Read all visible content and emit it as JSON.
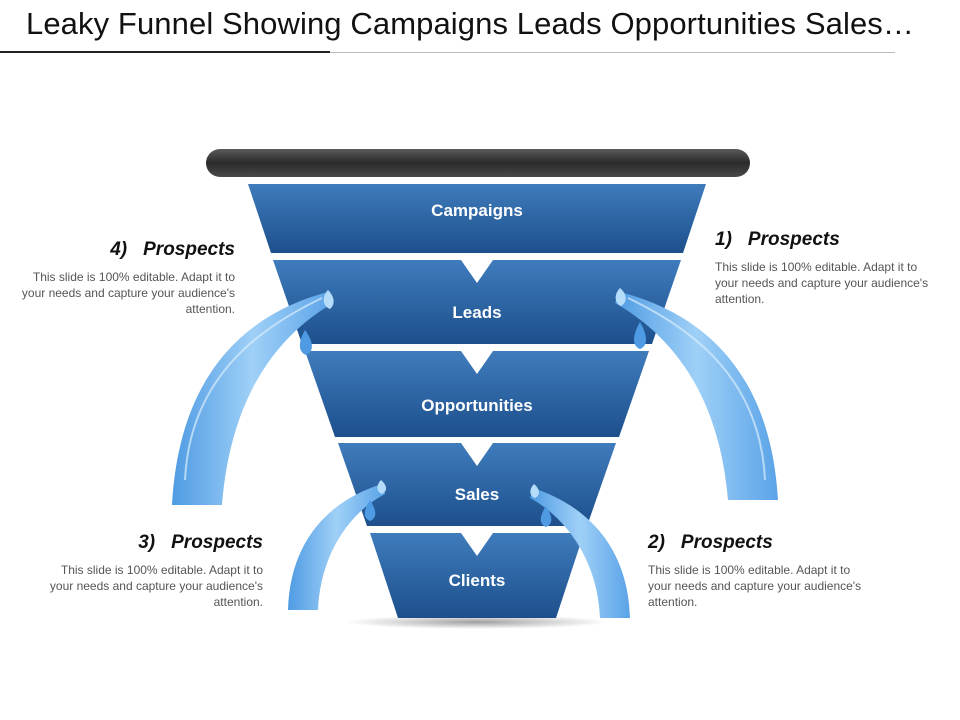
{
  "title": "Leaky Funnel Showing Campaigns Leads Opportunities Sales…",
  "funnel": {
    "stages": [
      "Campaigns",
      "Leads",
      "Opportunities",
      "Sales",
      "Clients"
    ]
  },
  "callouts": [
    {
      "number": "1)",
      "heading": "Prospects",
      "text": "This slide is 100% editable. Adapt it to your needs and capture your audience's attention."
    },
    {
      "number": "2)",
      "heading": "Prospects",
      "text": "This slide is 100% editable. Adapt it to your needs and capture your audience's attention."
    },
    {
      "number": "3)",
      "heading": "Prospects",
      "text": "This slide is 100% editable. Adapt it to your needs and capture your audience's attention."
    },
    {
      "number": "4)",
      "heading": "Prospects",
      "text": "This slide is 100% editable. Adapt it to your needs and capture your audience's attention."
    }
  ],
  "colors": {
    "funnel_top": "#2f6aa8",
    "funnel_bottom": "#1b4b86",
    "water": "#6fb0ea",
    "rim": "#3a3a3a"
  }
}
